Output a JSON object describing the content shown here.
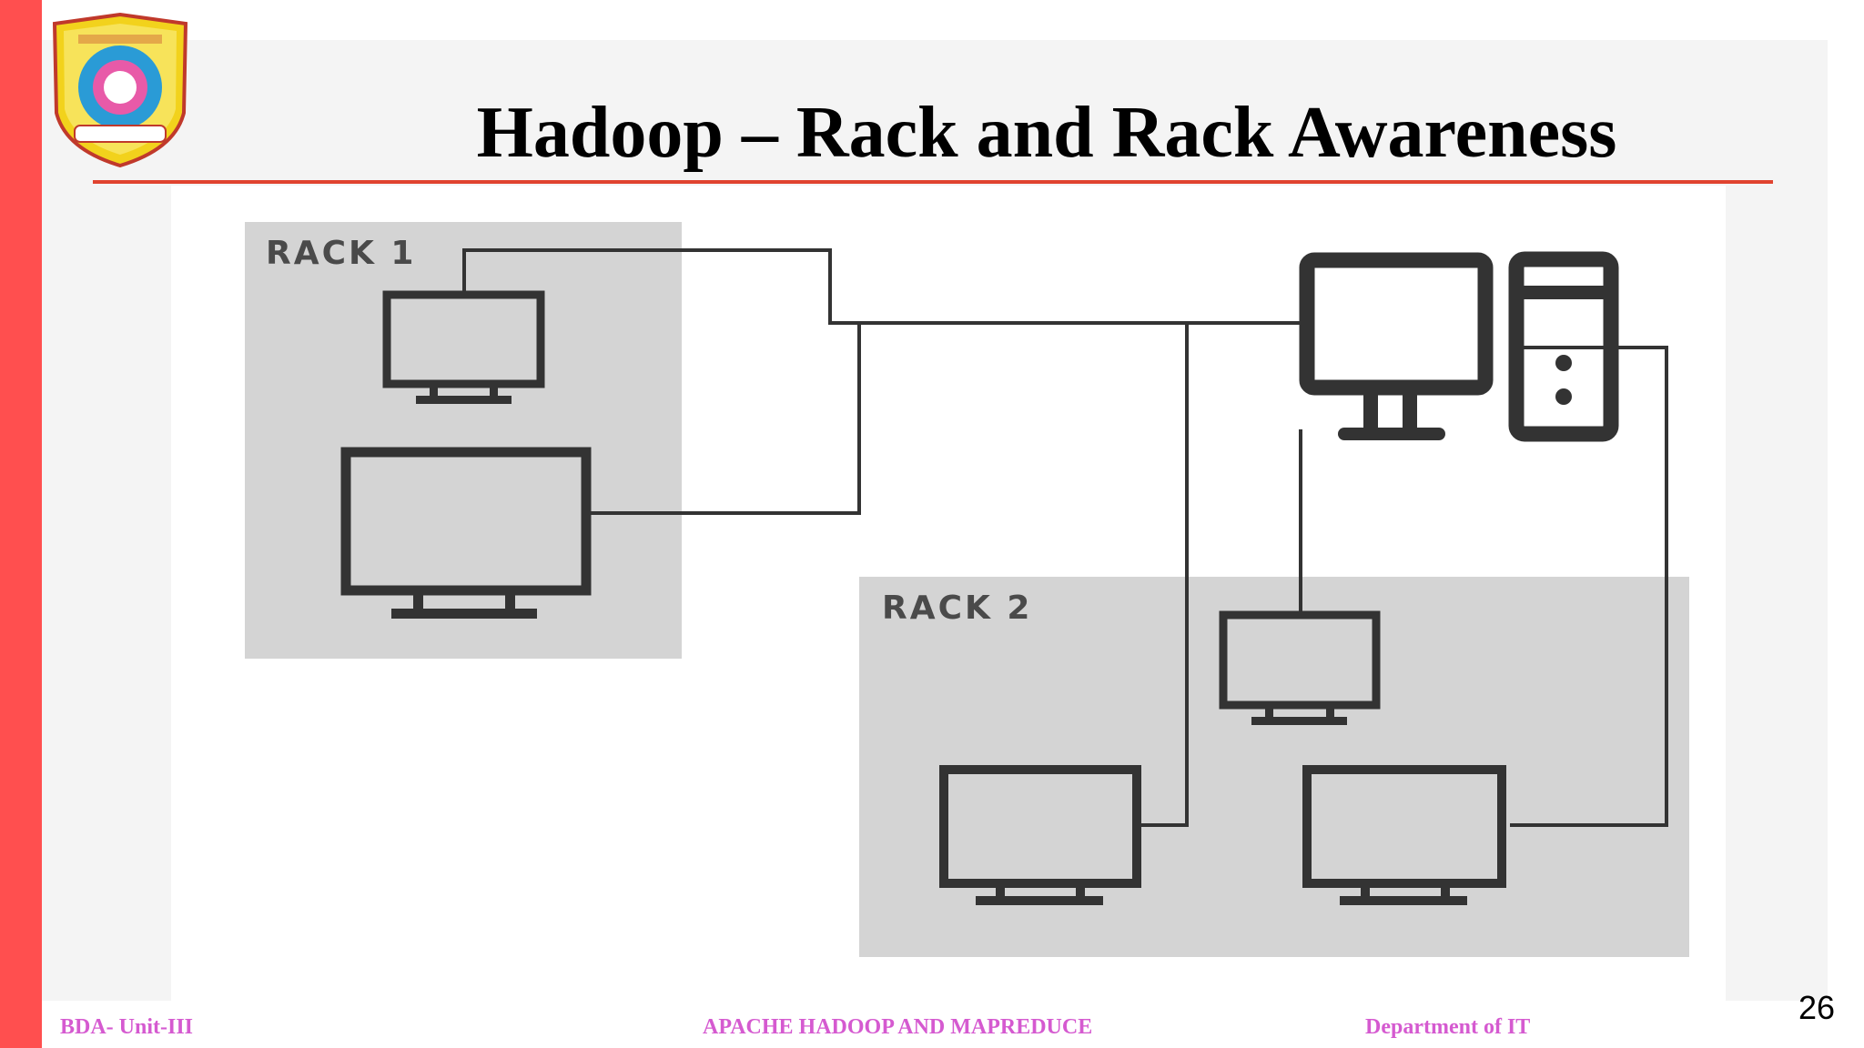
{
  "slide": {
    "title": "Hadoop – Rack and Rack Awareness",
    "page_number": "26"
  },
  "diagram": {
    "rack1_label": "RACK 1",
    "rack2_label": "RACK 2",
    "rack_color": "#d4d4d4",
    "device_color": "#333333"
  },
  "footer": {
    "left": "BDA- Unit-III",
    "center": "APACHE HADOOP AND MAPREDUCE",
    "right": "Department of IT",
    "color": "#d55ad0"
  },
  "theme": {
    "accent_bar": "#ff4f4f",
    "title_rule": "#e0432f"
  }
}
